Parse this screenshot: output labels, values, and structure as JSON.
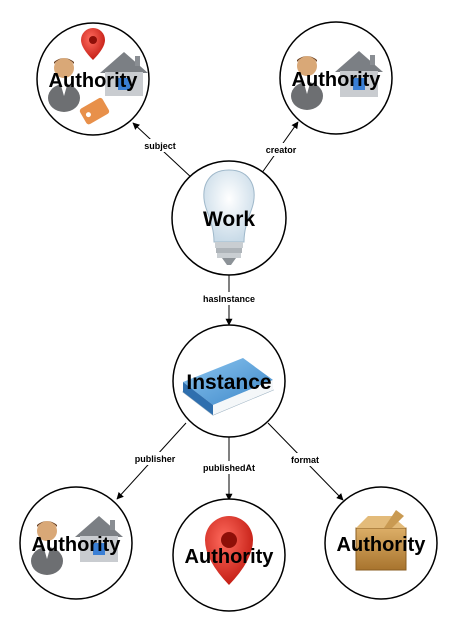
{
  "nodes": {
    "auth_subject": {
      "label": "Authority",
      "icons": [
        "person-icon",
        "map-pin-icon",
        "house-icon",
        "tag-icon"
      ]
    },
    "auth_creator": {
      "label": "Authority",
      "icons": [
        "person-icon",
        "house-icon"
      ]
    },
    "work": {
      "label": "Work",
      "icons": [
        "lightbulb-icon"
      ]
    },
    "instance": {
      "label": "Instance",
      "icons": [
        "book-icon"
      ]
    },
    "auth_publisher": {
      "label": "Authority",
      "icons": [
        "person-icon",
        "house-icon"
      ]
    },
    "auth_publishedAt": {
      "label": "Authority",
      "icons": [
        "map-pin-icon"
      ]
    },
    "auth_format": {
      "label": "Authority",
      "icons": [
        "box-icon"
      ]
    }
  },
  "edges": {
    "subject": {
      "label": "subject"
    },
    "creator": {
      "label": "creator"
    },
    "hasInstance": {
      "label": "hasInstance"
    },
    "publisher": {
      "label": "publisher"
    },
    "publishedAt": {
      "label": "publishedAt"
    },
    "format": {
      "label": "format"
    }
  },
  "colors": {
    "pin_red": "#e02b1f",
    "house_blue": "#3a7fd5",
    "book_blue": "#5aa4e0",
    "box_tan": "#c8954a",
    "tag_orange": "#e8904a"
  }
}
